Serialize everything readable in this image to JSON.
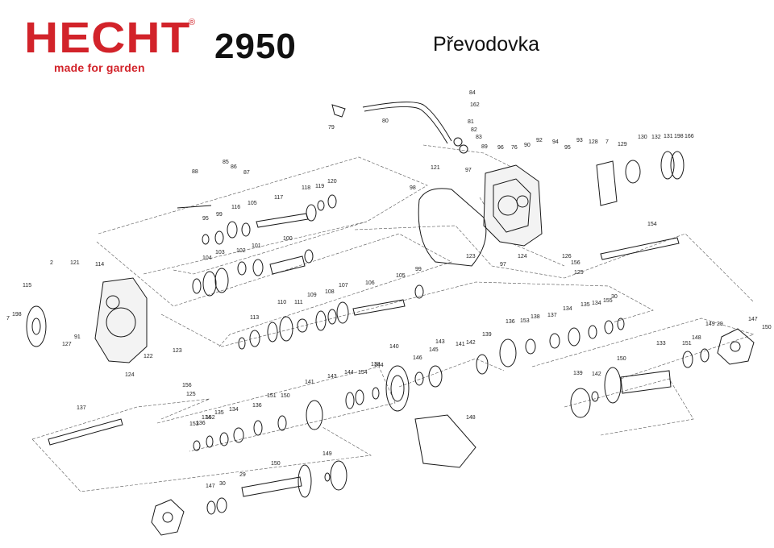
{
  "header": {
    "brand": "HECHT",
    "registered": "®",
    "tagline": "made for garden",
    "model": "2950",
    "title": "Převodovka"
  },
  "diagram": {
    "part_numbers": [
      "84",
      "162",
      "81",
      "82",
      "83",
      "89",
      "80",
      "79",
      "92",
      "94",
      "95",
      "93",
      "128",
      "7",
      "129",
      "130",
      "132",
      "131",
      "198",
      "166",
      "76",
      "90",
      "96",
      "97",
      "121",
      "98",
      "88",
      "85",
      "86",
      "87",
      "105",
      "117",
      "118",
      "119",
      "120",
      "116",
      "99",
      "95",
      "101",
      "100",
      "103",
      "104",
      "102",
      "154",
      "123",
      "124",
      "97",
      "126",
      "156",
      "125",
      "2",
      "121",
      "114",
      "115",
      "198",
      "7",
      "127",
      "91",
      "113",
      "110",
      "111",
      "109",
      "108",
      "107",
      "106",
      "105",
      "99",
      "122",
      "123",
      "124",
      "156",
      "125",
      "140",
      "144",
      "145",
      "146",
      "143",
      "141",
      "142",
      "139",
      "136",
      "153",
      "138",
      "137",
      "134",
      "135",
      "134",
      "155",
      "30",
      "147",
      "29",
      "149",
      "150",
      "148",
      "151",
      "133",
      "150",
      "139",
      "142",
      "141",
      "143",
      "144",
      "154",
      "138",
      "137",
      "136",
      "134",
      "135",
      "134",
      "153",
      "136",
      "152",
      "151",
      "150",
      "148",
      "150",
      "149",
      "29",
      "30",
      "147"
    ]
  }
}
